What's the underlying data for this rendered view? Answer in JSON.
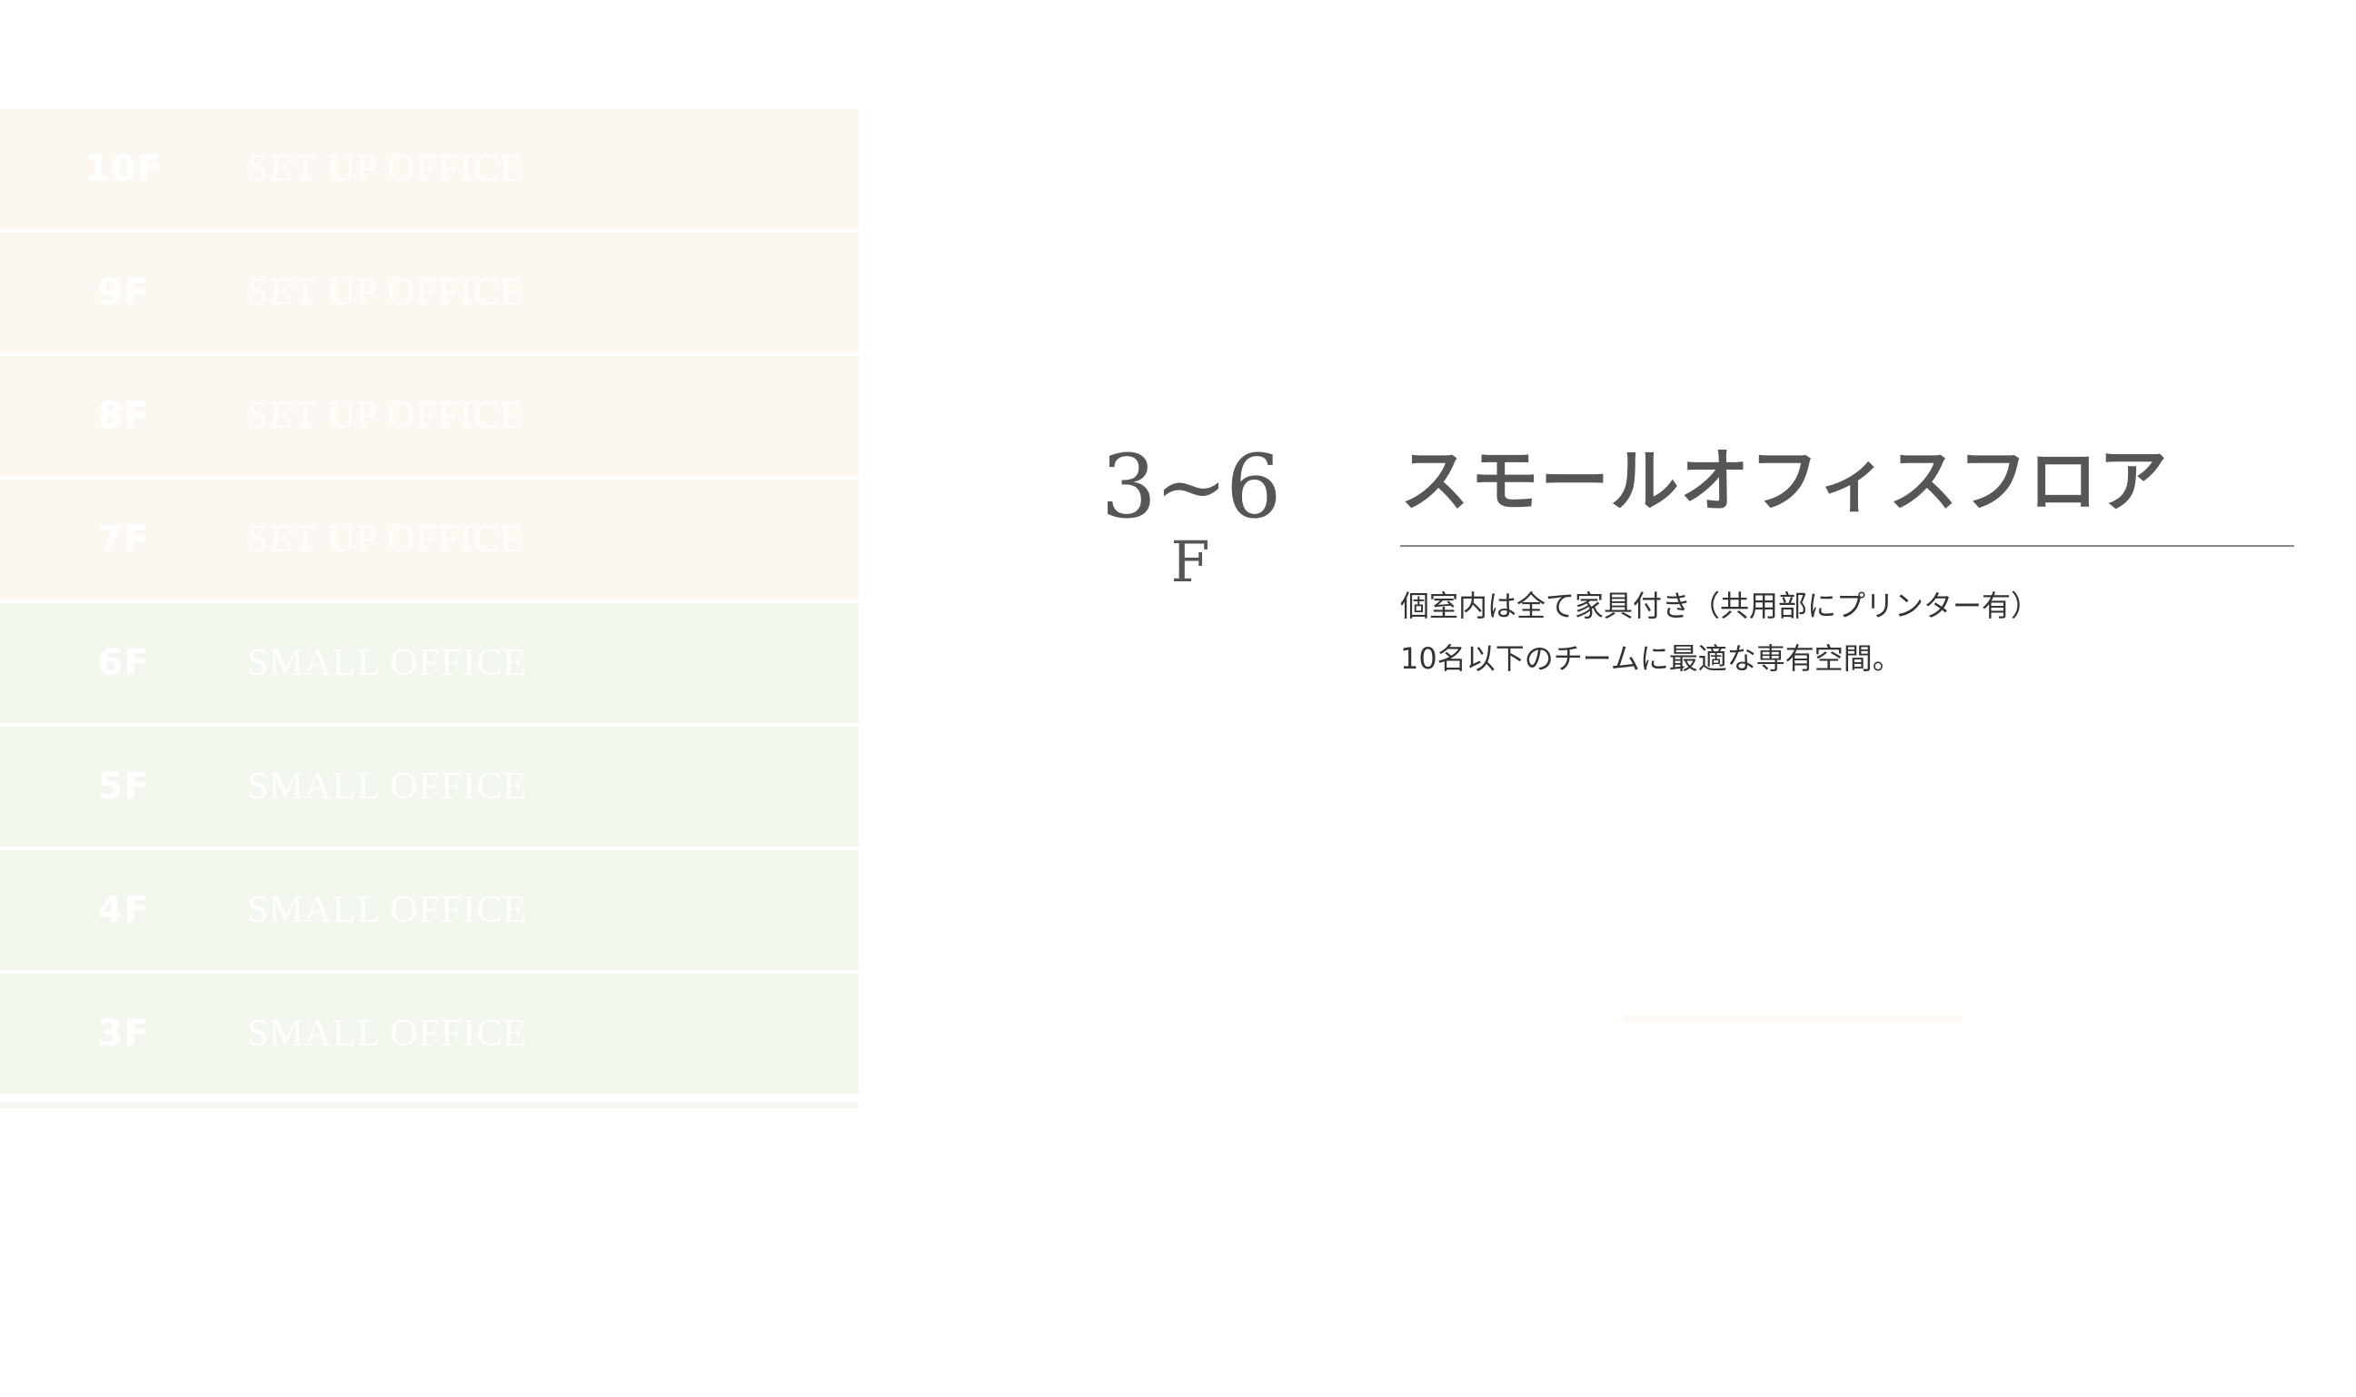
{
  "floors": [
    {
      "number": "10F",
      "name": "SET UP OFFICE",
      "kind": "setup"
    },
    {
      "number": "9F",
      "name": "SET UP OFFICE",
      "kind": "setup"
    },
    {
      "number": "8F",
      "name": "SET UP OFFICE",
      "kind": "setup"
    },
    {
      "number": "7F",
      "name": "SET UP OFFICE",
      "kind": "setup"
    },
    {
      "number": "6F",
      "name": "SMALL OFFICE",
      "kind": "small"
    },
    {
      "number": "5F",
      "name": "SMALL OFFICE",
      "kind": "small"
    },
    {
      "number": "4F",
      "name": "SMALL OFFICE",
      "kind": "small"
    },
    {
      "number": "3F",
      "name": "SMALL OFFICE",
      "kind": "small"
    }
  ],
  "detail": {
    "range": "3~6",
    "unit": "F",
    "title": "スモールオフィスフロア",
    "description_lines": [
      "個室内は全て家具付き（共用部にプリンター有）",
      "10名以下のチームに最適な専有空間。"
    ]
  },
  "colors": {
    "setup_bg": "#fdf7f1",
    "small_bg": "#f1f7ed",
    "text_gray": "#565656"
  }
}
